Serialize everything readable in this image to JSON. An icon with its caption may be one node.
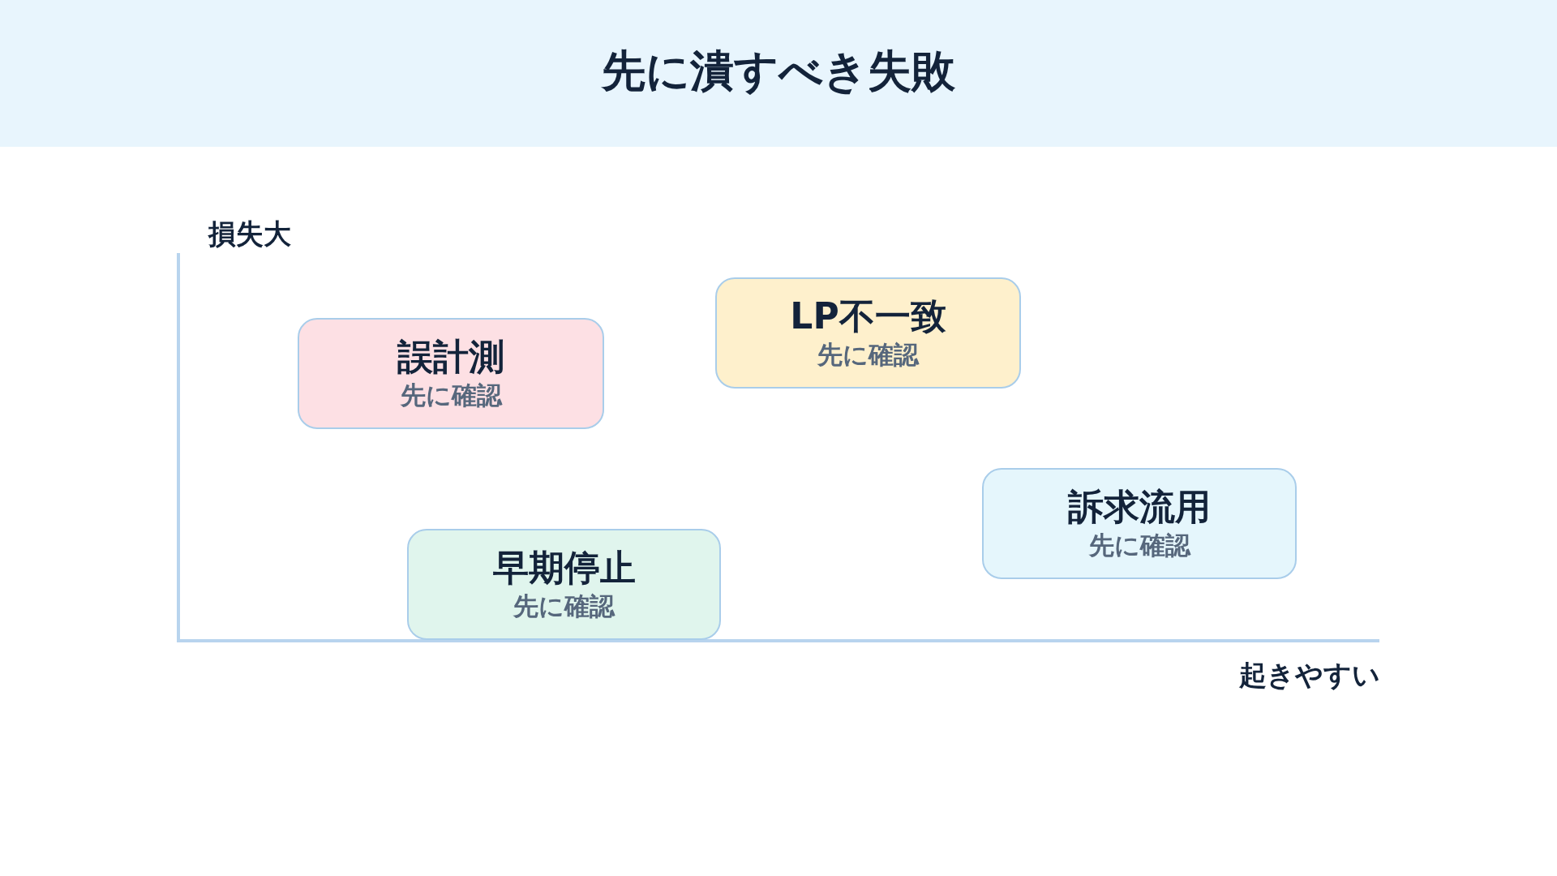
{
  "diagram": {
    "title": "先に潰すべき失敗",
    "nodes": [
      {
        "text": [
          "LP不一致",
          "先に確認"
        ]
      },
      {
        "text": [
          "誤計測",
          "先に確認"
        ]
      },
      {
        "text": [
          "訴求流用",
          "先に確認"
        ]
      },
      {
        "text": [
          "早期停止",
          "先に確認"
        ]
      }
    ],
    "labels": [
      "損失大",
      "起きやすい"
    ]
  }
}
